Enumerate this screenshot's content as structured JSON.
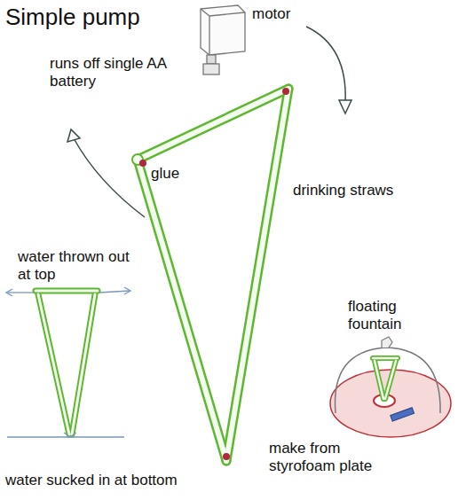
{
  "diagram": {
    "title": "Simple pump",
    "labels": [
      "motor",
      "runs off single AA battery",
      "glue",
      "drinking straws",
      "water thrown out at top",
      "floating fountain",
      "make from styrofoam plate",
      "water sucked in at bottom"
    ]
  }
}
